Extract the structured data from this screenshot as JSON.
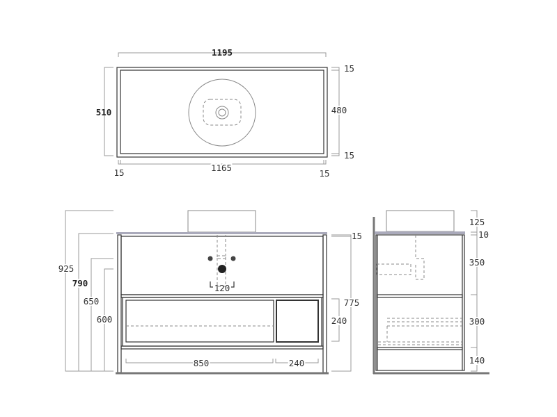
{
  "top_view": {
    "overall_width": "1195",
    "overall_depth": "510",
    "inner_depth": "480",
    "edge_top": "15",
    "edge_bottom": "15",
    "inner_width": "1165",
    "edge_left": "15",
    "edge_right": "15"
  },
  "front_view": {
    "total_height": "925",
    "top_height": "790",
    "drain_height": "650",
    "fixing_height": "600",
    "top_thickness": "15",
    "cabinet_height": "775",
    "drawer_height": "240",
    "tap_spacing": "120",
    "drawer_width": "850",
    "box_width": "240"
  },
  "side_view": {
    "basin_height": "125",
    "top_thickness": "10",
    "upper_section": "350",
    "middle_section": "300",
    "bottom_section": "140"
  },
  "colors": {
    "line": "#333333",
    "dimension": "#999999"
  }
}
